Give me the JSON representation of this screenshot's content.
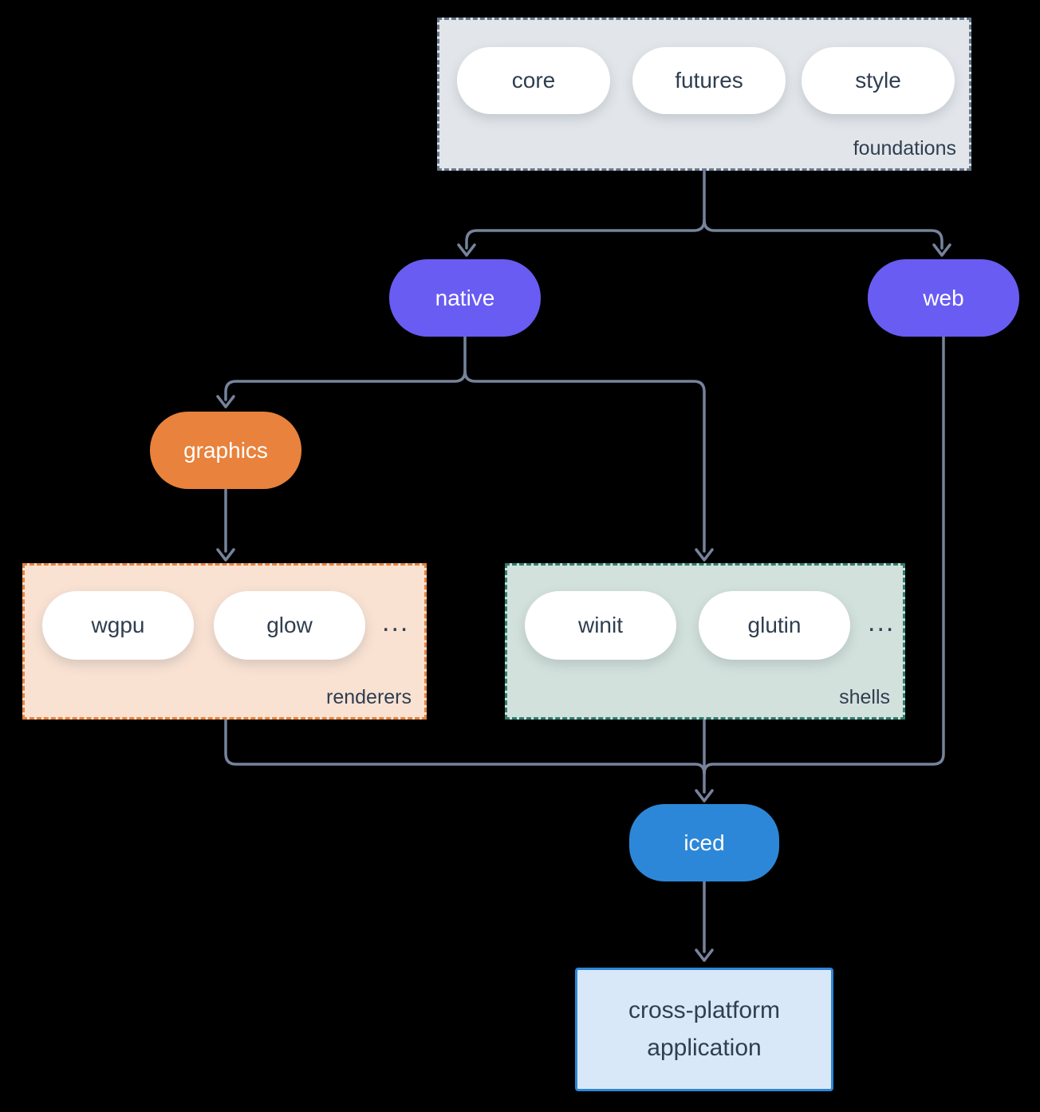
{
  "groups": {
    "foundations": {
      "label": "foundations",
      "pills": [
        "core",
        "futures",
        "style"
      ]
    },
    "renderers": {
      "label": "renderers",
      "pills": [
        "wgpu",
        "glow"
      ],
      "ellipsis": "..."
    },
    "shells": {
      "label": "shells",
      "pills": [
        "winit",
        "glutin"
      ],
      "ellipsis": "..."
    }
  },
  "nodes": {
    "native": "native",
    "web": "web",
    "graphics": "graphics",
    "iced": "iced",
    "application": "cross-platform application"
  },
  "edges": [
    {
      "from": "foundations",
      "to": "native"
    },
    {
      "from": "foundations",
      "to": "web"
    },
    {
      "from": "native",
      "to": "graphics"
    },
    {
      "from": "native",
      "to": "shells"
    },
    {
      "from": "graphics",
      "to": "renderers"
    },
    {
      "from": "renderers",
      "to": "iced"
    },
    {
      "from": "shells",
      "to": "iced"
    },
    {
      "from": "web",
      "to": "iced"
    },
    {
      "from": "iced",
      "to": "application"
    }
  ],
  "colors": {
    "background": "#000000",
    "connector": "#76839B",
    "purple_node": "#695CF2",
    "orange_node": "#E8823C",
    "blue_node": "#2D87D8",
    "foundations_bg": "#E2E6EA",
    "foundations_border": "#66788C",
    "renderers_bg": "#F9E2D2",
    "renderers_border": "#E8823C",
    "shells_bg": "#D2E1DC",
    "shells_border": "#2E7F6E",
    "app_bg": "#D9E8F8",
    "app_border": "#2D87D8",
    "dark_text": "#2F3E50",
    "white_text": "#FFFFFF"
  }
}
